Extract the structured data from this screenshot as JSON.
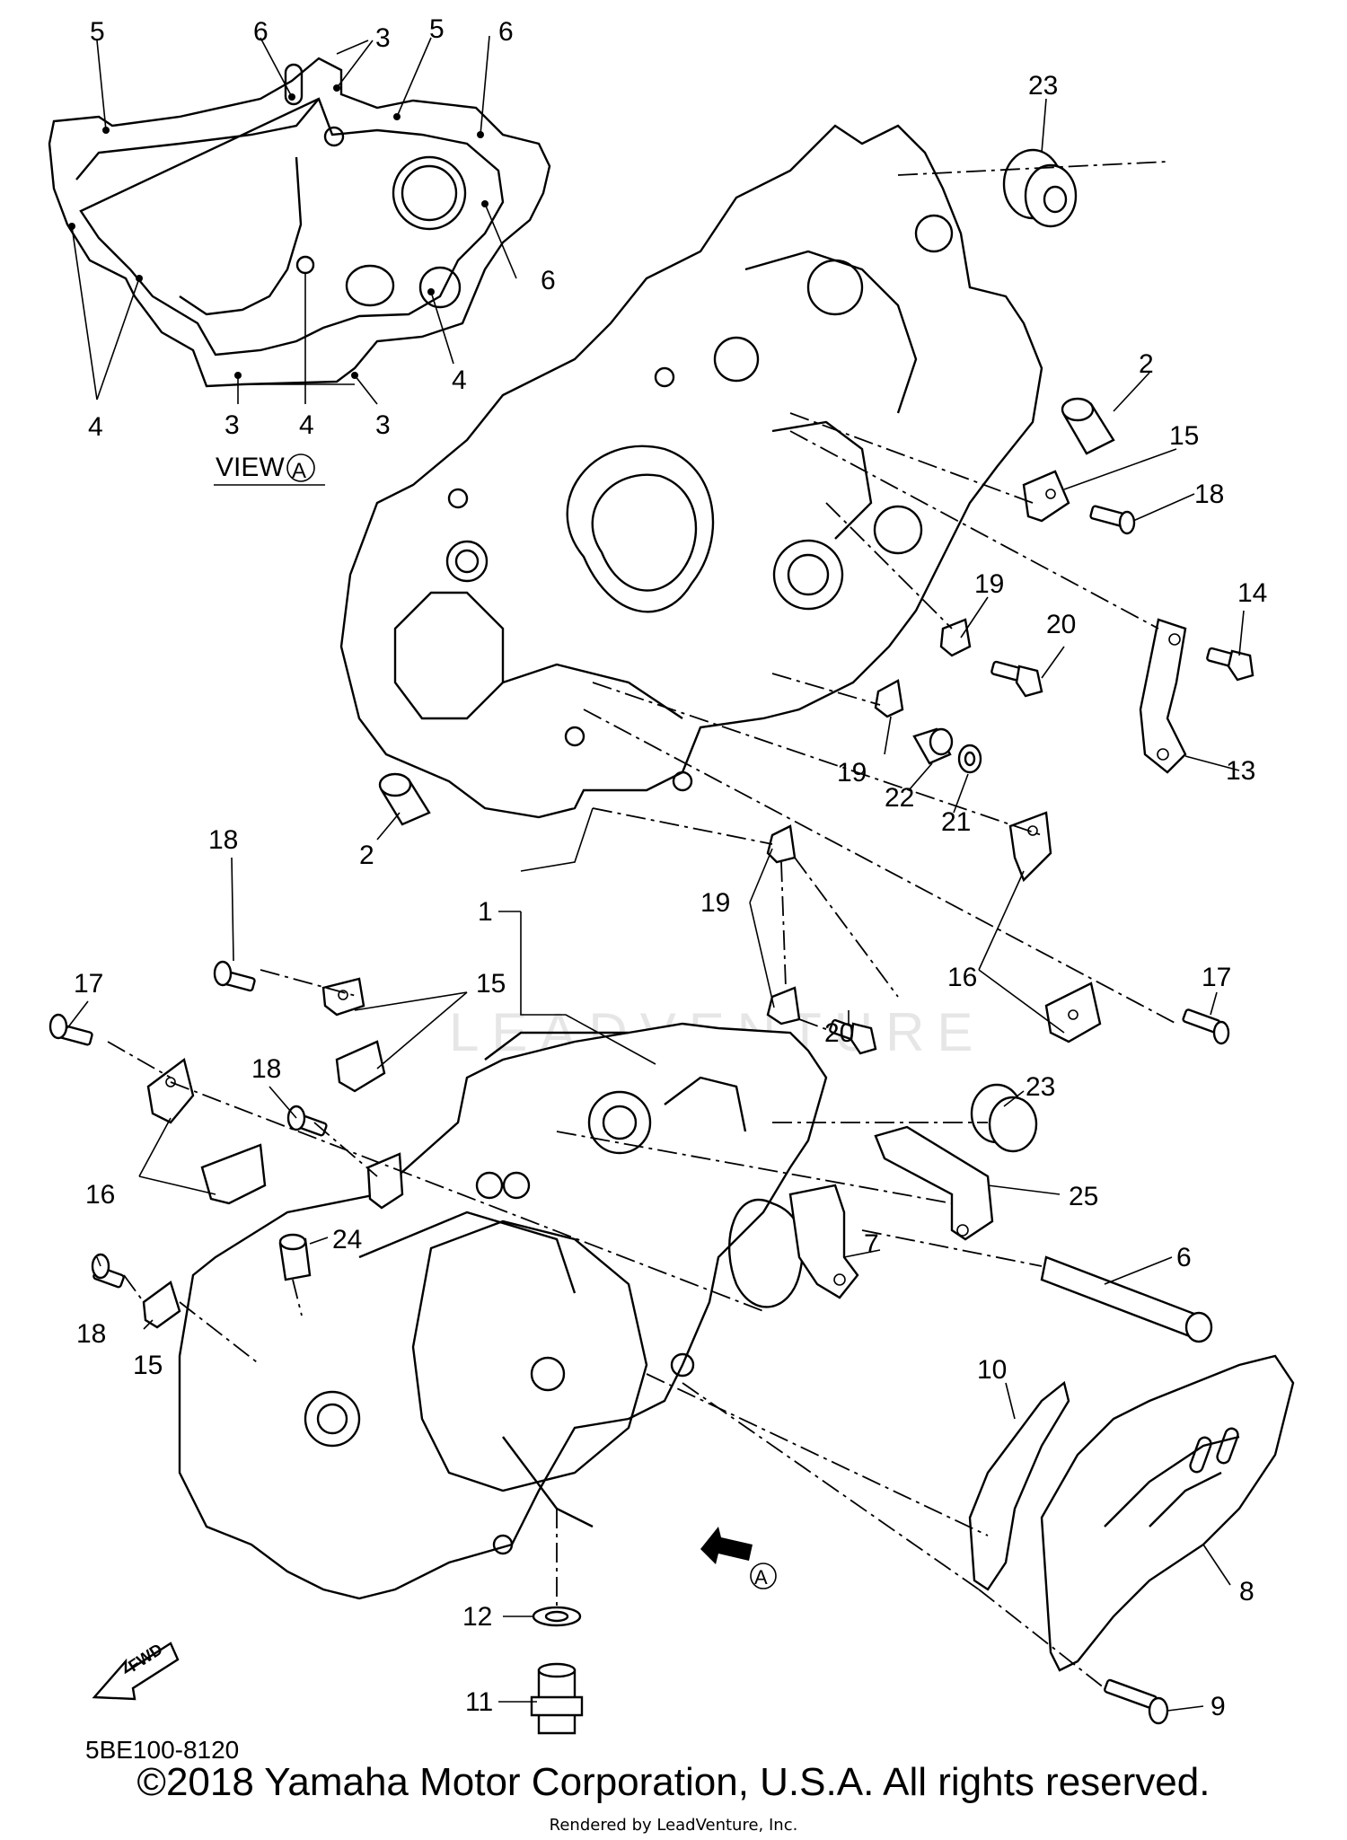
{
  "view_label": "VIEW",
  "view_marker": "A",
  "part_code": "5BE100-8120",
  "fwd_label": "FWD",
  "a_marker": "A",
  "watermark": "LEADVENTURE",
  "copyright": "©2018 Yamaha Motor Corporation, U.S.A. All rights reserved.",
  "rendered_by": "Rendered by LeadVenture, Inc.",
  "callouts": {
    "c1": "1",
    "c2a": "2",
    "c2b": "2",
    "c3a": "3",
    "c3b": "3",
    "c3c": "3",
    "c4a": "4",
    "c4b": "4",
    "c4c": "4",
    "c5a": "5",
    "c5b": "5",
    "c6a": "6",
    "c6b": "6",
    "c6c": "6",
    "c6d": "6",
    "c7": "7",
    "c8": "8",
    "c9": "9",
    "c10": "10",
    "c11": "11",
    "c12": "12",
    "c13": "13",
    "c14": "14",
    "c15a": "15",
    "c15b": "15",
    "c15c": "15",
    "c16a": "16",
    "c16b": "16",
    "c17a": "17",
    "c17b": "17",
    "c18a": "18",
    "c18b": "18",
    "c18c": "18",
    "c18d": "18",
    "c19a": "19",
    "c19b": "19",
    "c19c": "19",
    "c20a": "20",
    "c20b": "20",
    "c21": "21",
    "c22": "22",
    "c23a": "23",
    "c23b": "23",
    "c24": "24",
    "c25": "25"
  }
}
